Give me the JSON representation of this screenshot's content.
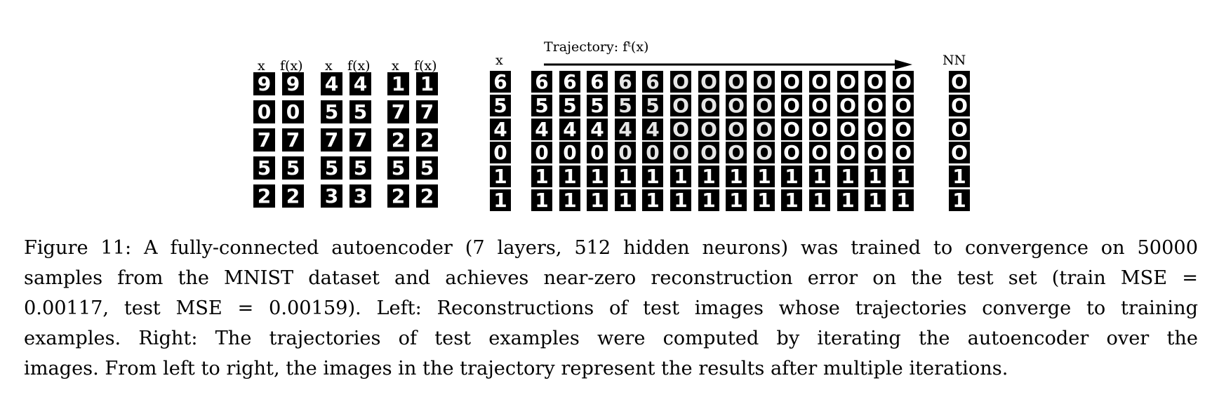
{
  "figure": {
    "left_panel": {
      "column_labels": [
        "x",
        "f(x)",
        "x",
        "f(x)",
        "x",
        "f(x)"
      ],
      "groups": [
        {
          "pairs": [
            [
              "9",
              "9"
            ],
            [
              "0",
              "0"
            ],
            [
              "7",
              "7"
            ],
            [
              "5",
              "5"
            ],
            [
              "2",
              "2"
            ]
          ]
        },
        {
          "pairs": [
            [
              "4",
              "4"
            ],
            [
              "5",
              "5"
            ],
            [
              "7",
              "7"
            ],
            [
              "5",
              "5"
            ],
            [
              "3",
              "3"
            ]
          ]
        },
        {
          "pairs": [
            [
              "1",
              "1"
            ],
            [
              "7",
              "7"
            ],
            [
              "2",
              "2"
            ],
            [
              "5",
              "5"
            ],
            [
              "2",
              "2"
            ]
          ]
        }
      ]
    },
    "right_panel": {
      "x_label": "x",
      "trajectory_label": "Trajectory: fᵗ(x)",
      "nn_label": "NN",
      "rows": [
        {
          "input": "6",
          "trajectory": [
            "6",
            "6",
            "6",
            "6",
            "6",
            "O",
            "O",
            "O",
            "O",
            "O",
            "O",
            "O",
            "O",
            "O"
          ],
          "nn": "O"
        },
        {
          "input": "5",
          "trajectory": [
            "5",
            "5",
            "5",
            "5",
            "5",
            "O",
            "O",
            "O",
            "O",
            "O",
            "O",
            "O",
            "O",
            "O"
          ],
          "nn": "O"
        },
        {
          "input": "4",
          "trajectory": [
            "4",
            "4",
            "4",
            "4",
            "4",
            "O",
            "O",
            "O",
            "O",
            "O",
            "O",
            "O",
            "O",
            "O"
          ],
          "nn": "O"
        },
        {
          "input": "0",
          "trajectory": [
            "0",
            "0",
            "0",
            "0",
            "0",
            "O",
            "O",
            "O",
            "O",
            "O",
            "O",
            "O",
            "O",
            "O"
          ],
          "nn": "O"
        },
        {
          "input": "1",
          "trajectory": [
            "1",
            "1",
            "1",
            "1",
            "1",
            "1",
            "1",
            "1",
            "1",
            "1",
            "1",
            "1",
            "1",
            "1"
          ],
          "nn": "1"
        },
        {
          "input": "1",
          "trajectory": [
            "1",
            "1",
            "1",
            "1",
            "1",
            "1",
            "1",
            "1",
            "1",
            "1",
            "1",
            "1",
            "1",
            "1"
          ],
          "nn": "1"
        }
      ]
    }
  },
  "caption": {
    "lines": [
      "Figure 11: A fully-connected autoencoder (7 layers, 512 hidden neurons) was trained to convergence on 50000",
      "samples from the MNIST dataset and achieves near-zero reconstruction error on the test set (train MSE =",
      "0.00117, test MSE = 0.00159). Left: Reconstructions of test images whose trajectories converge to training",
      "examples. Right: The trajectories of test examples were computed by iterating the autoencoder over the",
      "images. From left to right, the images in the trajectory represent the results after multiple iterations."
    ]
  }
}
